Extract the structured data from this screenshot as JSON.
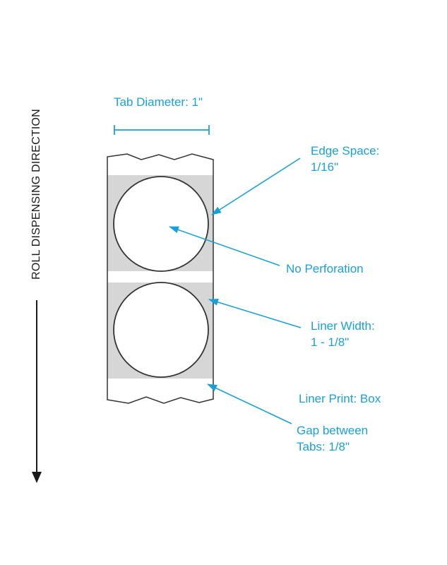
{
  "colors": {
    "accent": "#1aa0d8",
    "liner": "#d6d6d6",
    "outline": "#333333",
    "text_dark": "#1a1a1a"
  },
  "direction_label": "ROLL DISPENSING DIRECTION",
  "callouts": {
    "tab_diameter": "Tab Diameter: 1\"",
    "edge_space": [
      "Edge Space:",
      "1/16\""
    ],
    "no_perforation": "No Perforation",
    "liner_width": [
      "Liner Width:",
      "1 - 1/8\""
    ],
    "liner_print": "Liner Print: Box",
    "gap_between_tabs": [
      "Gap between",
      "Tabs: 1/8\""
    ]
  }
}
